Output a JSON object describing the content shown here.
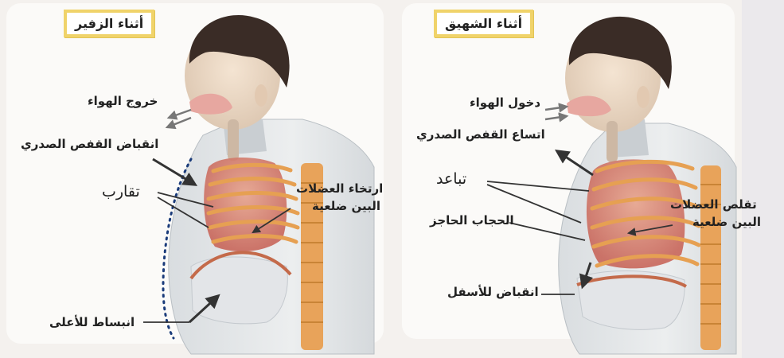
{
  "exhale": {
    "title": "أثناء الزفير",
    "air_out": "خروج الهواء",
    "ribcage_contract": "انقباض القفص الصدري",
    "converge": "تقارب",
    "muscles_relax_line1": "ارتخاء العضلات",
    "muscles_relax_line2": "البين ضلعية",
    "diaphragm_up": "انبساط للأعلى"
  },
  "inhale": {
    "title": "أثناء الشهيق",
    "air_in": "دخول الهواء",
    "ribcage_expand": "اتساع القفص الصدري",
    "diverge": "تباعد",
    "diaphragm": "الحجاب الحاجز",
    "diaphragm_down": "انقباض للأسفل",
    "muscles_contract_line1": "تقلص العضلات",
    "muscles_contract_line2": "البين ضلعية"
  }
}
